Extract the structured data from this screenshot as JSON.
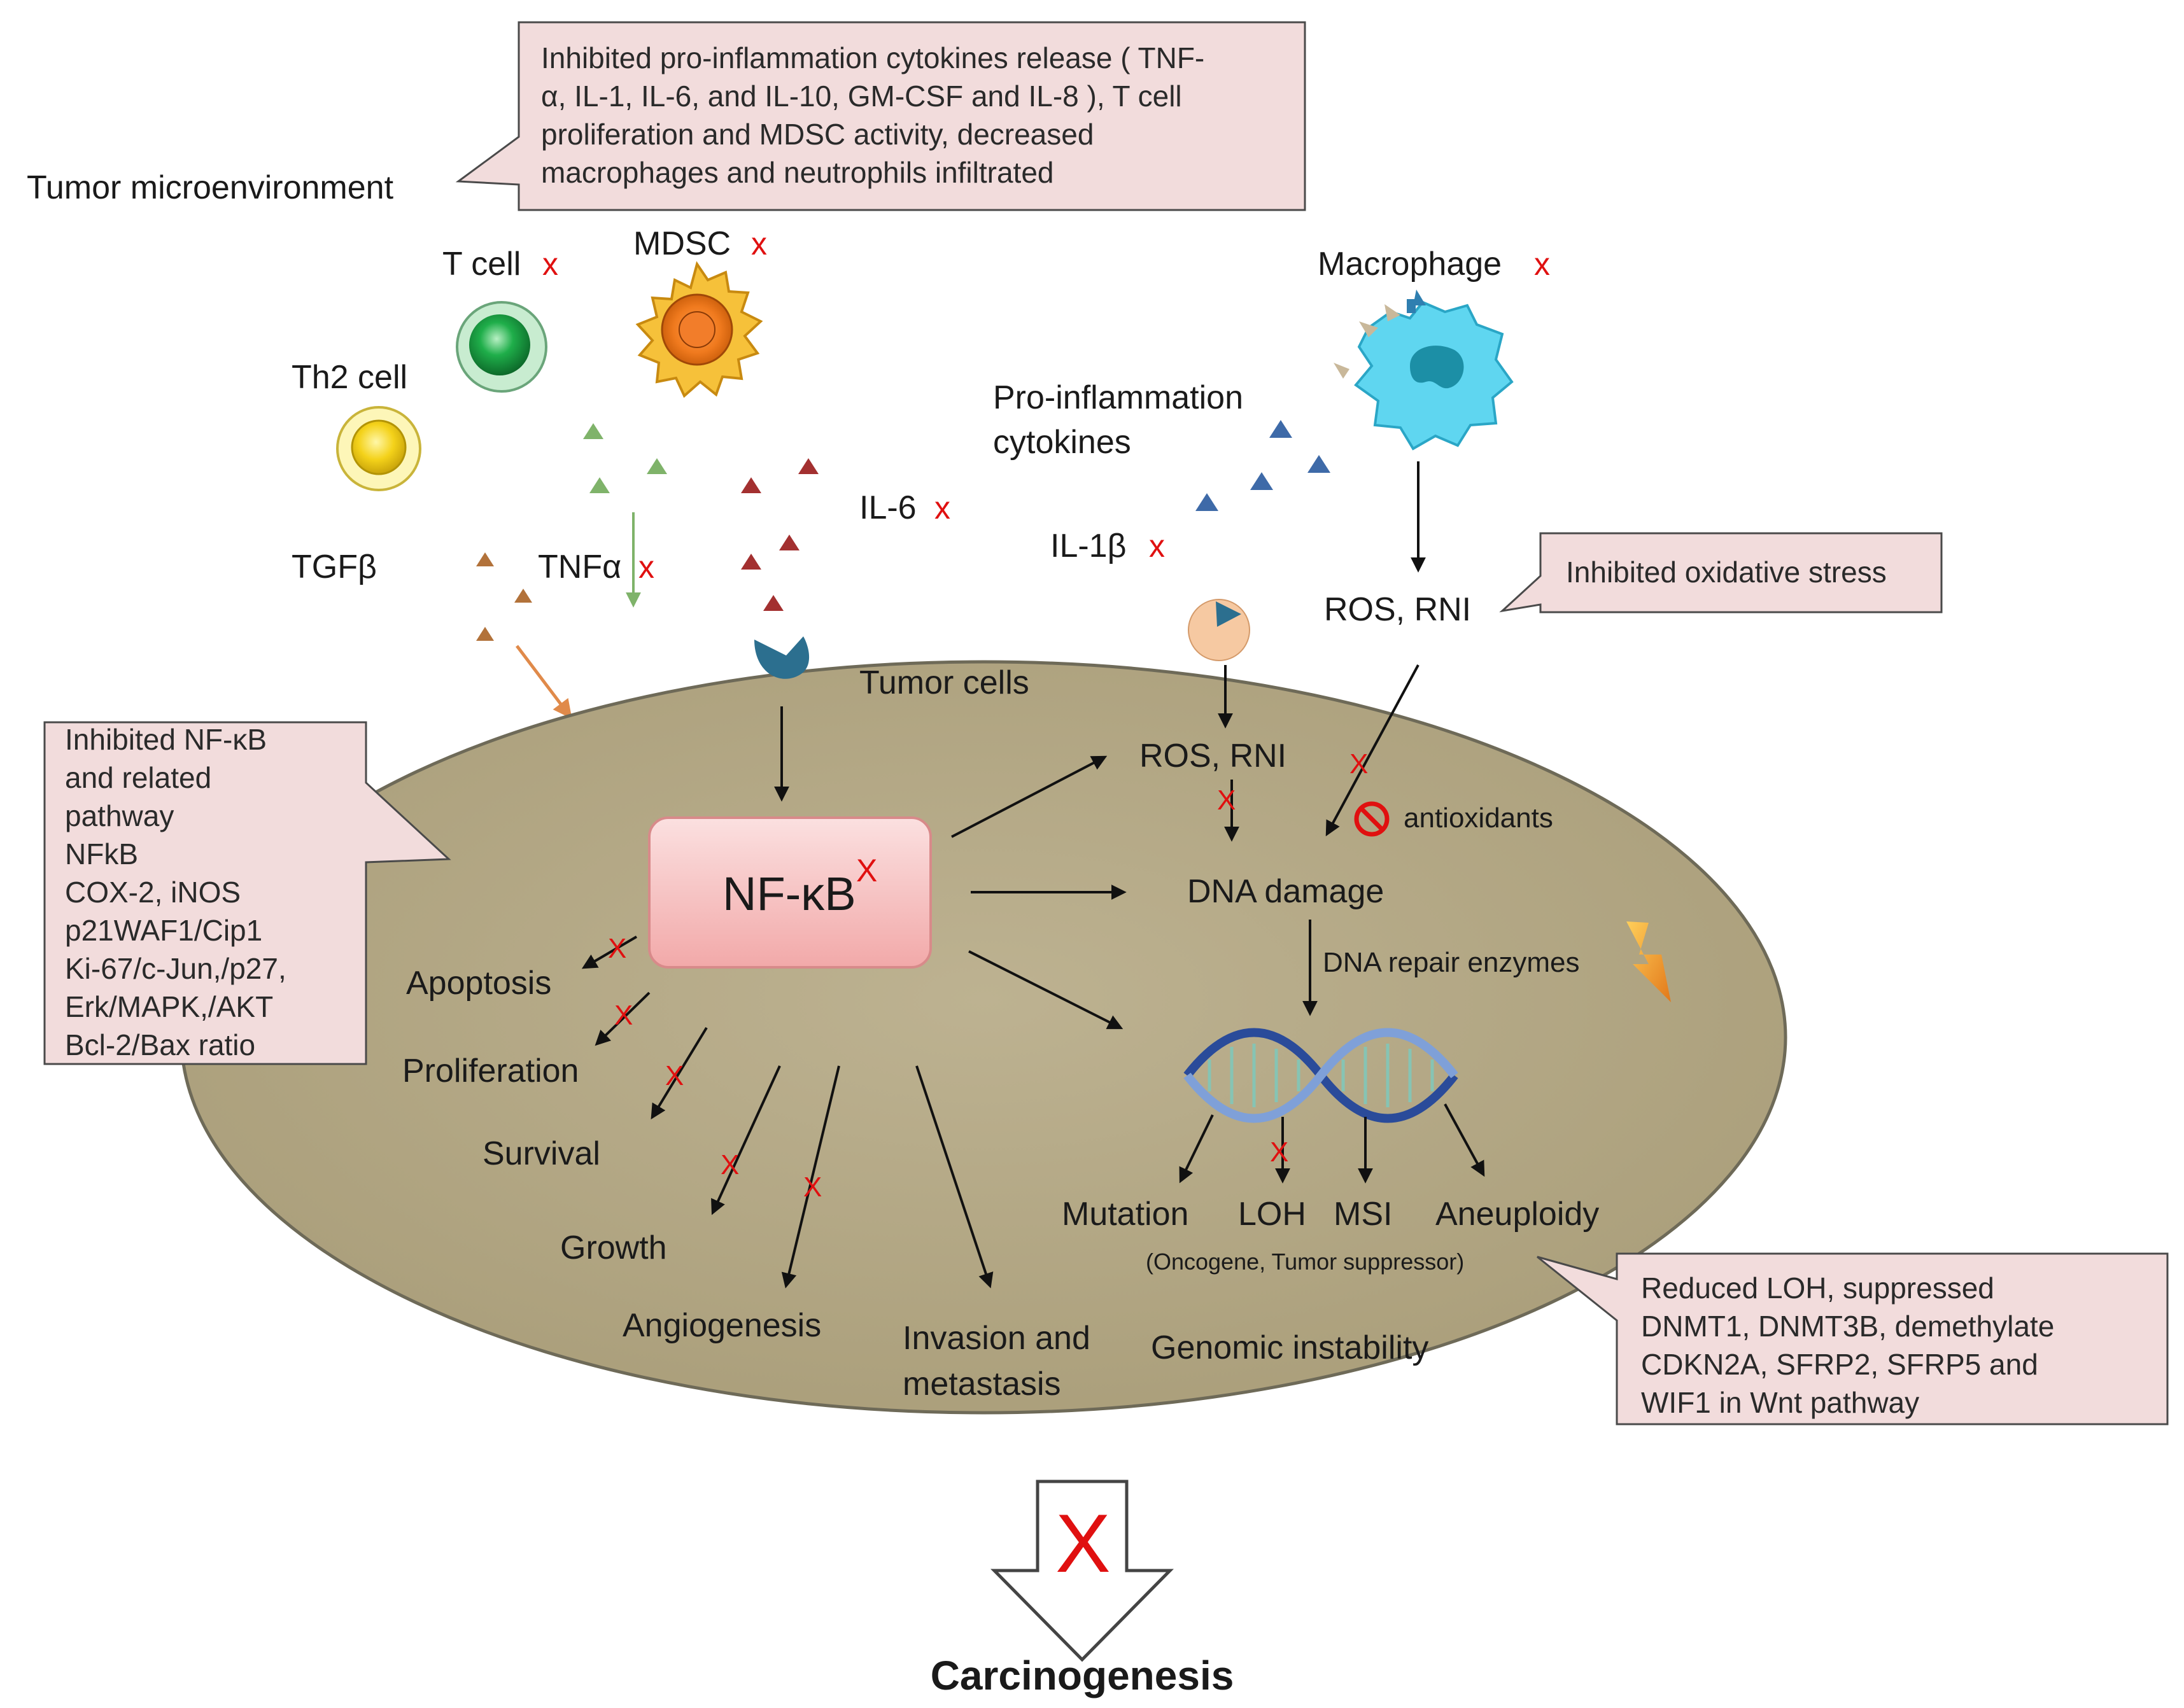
{
  "tumor_microenvironment": "Tumor microenvironment",
  "callout_top": [
    "Inhibited pro-inflammation cytokines release ( TNF-",
    "α, IL-1, IL-6, and IL-10, GM-CSF and IL-8 ), T cell",
    "proliferation and MDSC activity, decreased",
    "macrophages and neutrophils infiltrated"
  ],
  "cells": {
    "t_cell": "T cell",
    "mdsc": "MDSC",
    "th2_cell": "Th2 cell",
    "macrophage": "Macrophage"
  },
  "cytokines": {
    "pro_inflammation_1": "Pro-inflammation",
    "pro_inflammation_2": "cytokines",
    "il6": "IL-6",
    "il1b": "IL-1β",
    "tgfb": "TGFβ",
    "tnfa": "TNFα"
  },
  "x_mark": "x",
  "x_mark_cap": "X",
  "ros_outer": "ROS, RNI",
  "callout_oxidative": "Inhibited oxidative stress",
  "tumor_cells": "Tumor cells",
  "nfkb": "NF-κB",
  "ros_inner": "ROS, RNI",
  "antioxidants": "antioxidants",
  "dna_damage": "DNA damage",
  "dna_repair": "DNA repair enzymes",
  "outcomes": {
    "apoptosis": "Apoptosis",
    "proliferation": "Proliferation",
    "survival": "Survival",
    "growth": "Growth",
    "angiogenesis": "Angiogenesis",
    "invasion_1": "Invasion and",
    "invasion_2": "metastasis"
  },
  "genomic": {
    "mutation": "Mutation",
    "loh": "LOH",
    "msi": "MSI",
    "aneuploidy": "Aneuploidy",
    "oncogene": "(Oncogene, Tumor suppressor)",
    "instability": "Genomic instability"
  },
  "callout_left": [
    "Inhibited NF-κB",
    "and related",
    "pathway",
    "NFkB",
    "COX-2, iNOS",
    "p21WAF1/Cip1",
    "Ki-67/c-Jun,/p27,",
    "Erk/MAPK,/AKT",
    "Bcl-2/Bax ratio"
  ],
  "callout_right": [
    "Reduced LOH, suppressed",
    "DNMT1, DNMT3B, demethylate",
    "CDKN2A, SFRP2, SFRP5 and",
    "WIF1 in Wnt pathway"
  ],
  "carcinogenesis": "Carcinogenesis",
  "colors": {
    "tumor_fill": "#b3a885",
    "callout_fill": "#f2dcdc",
    "x_red": "#e01010",
    "nfkb_fill": "#f7c4c4",
    "macrophage": "#5fd6f0",
    "cytokine_green": "#7fb36a",
    "cytokine_red": "#a33030",
    "cytokine_blue": "#3e6aa8",
    "cytokine_brown": "#b2723a"
  }
}
